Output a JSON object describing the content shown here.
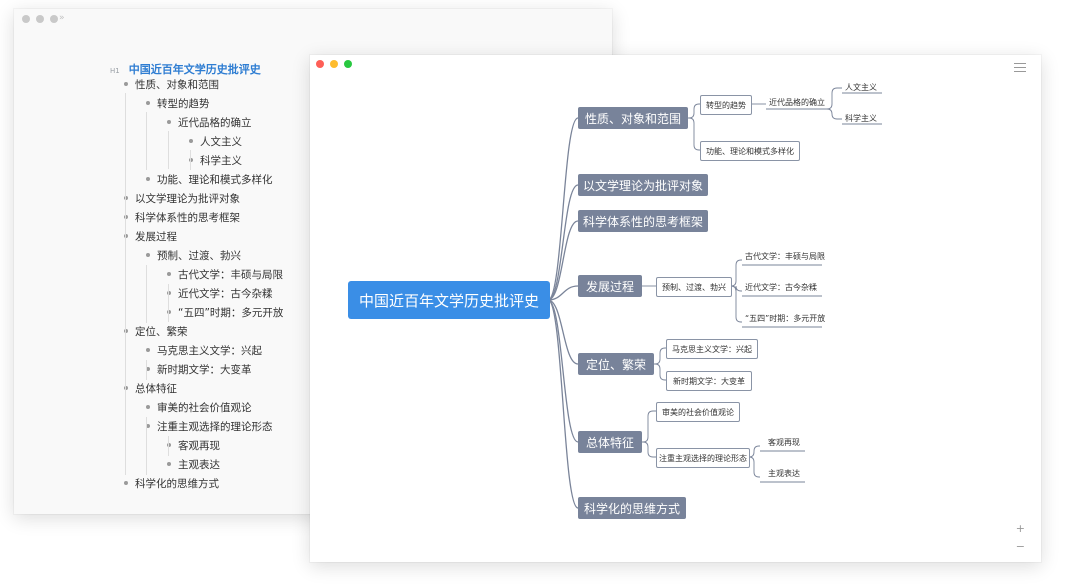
{
  "outline": {
    "title": "中国近百年文学历史批评史",
    "heading_tag": "H1",
    "items": [
      {
        "text": "性质、对象和范围",
        "level": 1
      },
      {
        "text": "转型的趋势",
        "level": 2
      },
      {
        "text": "近代品格的确立",
        "level": 3
      },
      {
        "text": "人文主义",
        "level": 4
      },
      {
        "text": "科学主义",
        "level": 4
      },
      {
        "text": "功能、理论和模式多样化",
        "level": 2
      },
      {
        "text": "以文学理论为批评对象",
        "level": 1
      },
      {
        "text": "科学体系性的思考框架",
        "level": 1
      },
      {
        "text": "发展过程",
        "level": 1
      },
      {
        "text": "预制、过渡、勃兴",
        "level": 2
      },
      {
        "text": "古代文学：丰硕与局限",
        "level": 3
      },
      {
        "text": "近代文学：古今杂糅",
        "level": 3
      },
      {
        "text": "“五四”时期：多元开放",
        "level": 3
      },
      {
        "text": "定位、繁荣",
        "level": 1
      },
      {
        "text": "马克思主义文学：兴起",
        "level": 2
      },
      {
        "text": "新时期文学：大变革",
        "level": 2
      },
      {
        "text": "总体特征",
        "level": 1
      },
      {
        "text": "审美的社会价值观论",
        "level": 2
      },
      {
        "text": "注重主观选择的理论形态",
        "level": 2
      },
      {
        "text": "客观再现",
        "level": 3
      },
      {
        "text": "主观表达",
        "level": 3
      },
      {
        "text": "科学化的思维方式",
        "level": 1
      }
    ]
  },
  "mindmap": {
    "root": "中国近百年文学历史批评史",
    "branches": [
      {
        "label": "性质、对象和范围",
        "children": [
          {
            "label": "转型的趋势",
            "children": [
              {
                "label": "近代品格的确立",
                "children": [
                  {
                    "label": "人文主义"
                  },
                  {
                    "label": "科学主义"
                  }
                ]
              }
            ]
          },
          {
            "label": "功能、理论和模式多样化"
          }
        ]
      },
      {
        "label": "以文学理论为批评对象"
      },
      {
        "label": "科学体系性的思考框架"
      },
      {
        "label": "发展过程",
        "children": [
          {
            "label": "预制、过渡、勃兴",
            "children": [
              {
                "label": "古代文学：丰硕与局限"
              },
              {
                "label": "近代文学：古今杂糅"
              },
              {
                "label": "“五四”时期：多元开放"
              }
            ]
          }
        ]
      },
      {
        "label": "定位、繁荣",
        "children": [
          {
            "label": "马克思主义文学：兴起"
          },
          {
            "label": "新时期文学：大变革"
          }
        ]
      },
      {
        "label": "总体特征",
        "children": [
          {
            "label": "审美的社会价值观论"
          },
          {
            "label": "注重主观选择的理论形态",
            "children": [
              {
                "label": "客观再现"
              },
              {
                "label": "主观表达"
              }
            ]
          }
        ]
      },
      {
        "label": "科学化的思维方式"
      }
    ],
    "zoom_in": "+",
    "zoom_out": "−",
    "menu_icon": "hamburger-icon"
  },
  "colors": {
    "root": "#3a8ee6",
    "branch": "#78839a",
    "link": "#7a8499",
    "title": "#2e7dd2",
    "traffic_red": "#fe5f57",
    "traffic_yellow": "#febc2e",
    "traffic_green": "#28c840"
  }
}
